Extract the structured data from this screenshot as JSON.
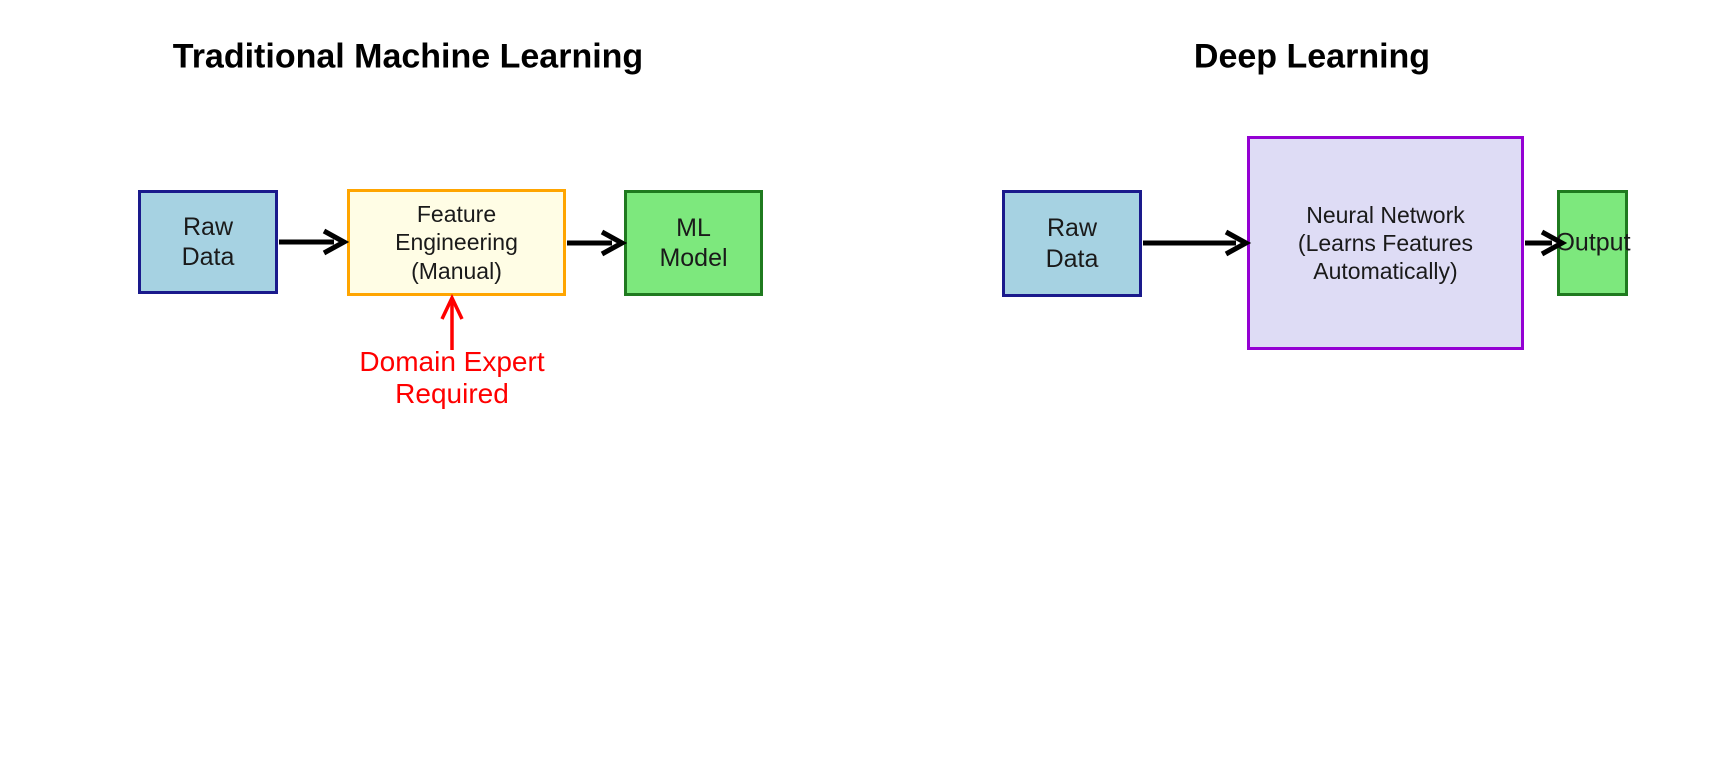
{
  "left_panel": {
    "title": "Traditional Machine Learning",
    "raw_data": {
      "label": "Raw\nData"
    },
    "feature_engineering": {
      "label": "Feature\nEngineering\n(Manual)"
    },
    "ml_model": {
      "label": "ML\nModel"
    },
    "annotation": {
      "label": "Domain Expert\nRequired"
    }
  },
  "right_panel": {
    "title": "Deep Learning",
    "raw_data": {
      "label": "Raw\nData"
    },
    "neural_network": {
      "label": "Neural Network\n(Learns Features\nAutomatically)"
    },
    "output": {
      "label": "Output"
    }
  },
  "colors": {
    "background": "#ffffff",
    "title_text": "#000000",
    "raw_data_fill": "#a6d2e2",
    "raw_data_border": "#1a1a8c",
    "feature_fill": "#fffde5",
    "feature_border": "#ffa500",
    "model_fill": "#7de87d",
    "model_border": "#1f7a1f",
    "nn_fill": "#dedcf5",
    "nn_border": "#9400d3",
    "arrow": "#000000",
    "annotation": "#ff0000"
  }
}
